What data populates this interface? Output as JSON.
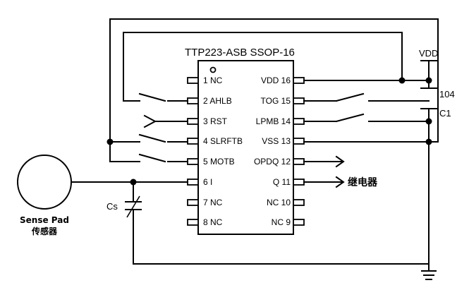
{
  "chip": {
    "name": "TTP223-ASB SSOP-16",
    "left_pins": [
      "1 NC",
      "2 AHLB",
      "3 RST",
      "4 SLRFTB",
      "5 MOTB",
      "6 I",
      "7 NC",
      "8 NC"
    ],
    "right_pins": [
      "VDD 16",
      "TOG 15",
      "LPMB 14",
      "VSS 13",
      "OPDQ 12",
      "Q 11",
      "NC 10",
      "NC 9"
    ]
  },
  "labels": {
    "vdd": "VDD",
    "cap_value": "104",
    "cap_name": "C1",
    "cs": "Cs",
    "sense_pad_en": "Sense Pad",
    "sense_pad_cn": "传感器",
    "relay": "继电器"
  }
}
